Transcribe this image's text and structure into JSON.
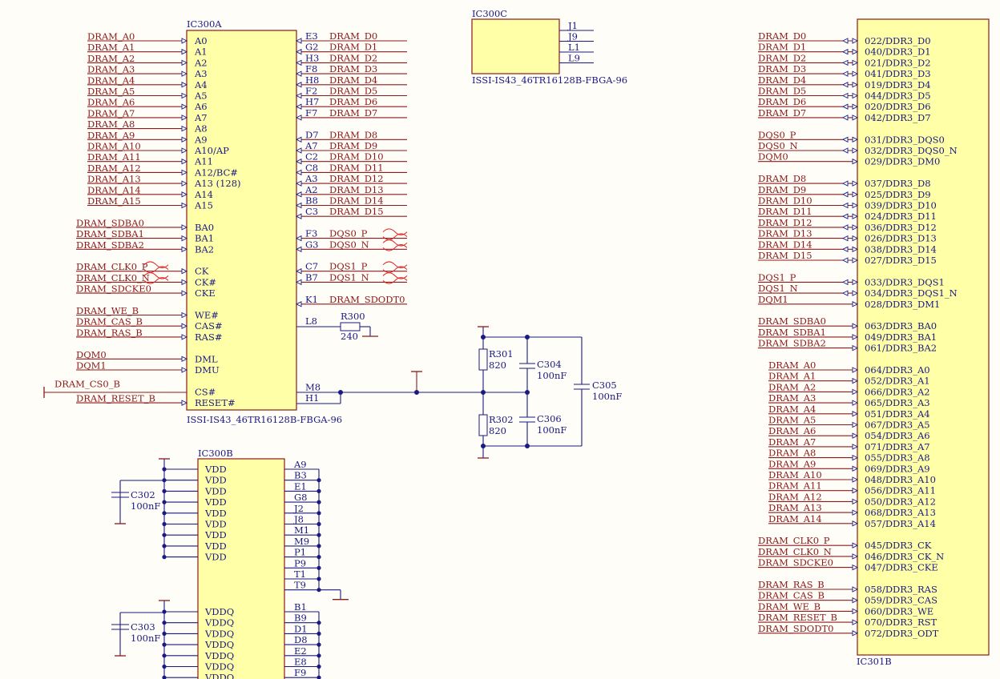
{
  "ic300a": {
    "ref": "IC300A",
    "part": "ISSI-IS43_46TR16128B-FBGA-96",
    "left": [
      [
        "DRAM_A0",
        "A0"
      ],
      [
        "DRAM_A1",
        "A1"
      ],
      [
        "DRAM_A2",
        "A2"
      ],
      [
        "DRAM_A3",
        "A3"
      ],
      [
        "DRAM_A4",
        "A4"
      ],
      [
        "DRAM_A5",
        "A5"
      ],
      [
        "DRAM_A6",
        "A6"
      ],
      [
        "DRAM_A7",
        "A7"
      ],
      [
        "DRAM_A8",
        "A8"
      ],
      [
        "DRAM_A9",
        "A9"
      ],
      [
        "DRAM_A10",
        "A10/AP"
      ],
      [
        "DRAM_A11",
        "A11"
      ],
      [
        "DRAM_A12",
        "A12/BC#"
      ],
      [
        "DRAM_A13",
        "A13 (128)"
      ],
      [
        "DRAM_A14",
        "A14"
      ],
      [
        "DRAM_A15",
        "A15"
      ],
      [
        "",
        ""
      ],
      [
        "DRAM_SDBA0",
        "BA0"
      ],
      [
        "DRAM_SDBA1",
        "BA1"
      ],
      [
        "DRAM_SDBA2",
        "BA2"
      ],
      [
        "",
        ""
      ],
      [
        "DRAM_CLK0_P",
        "CK"
      ],
      [
        "DRAM_CLK0_N",
        "CK#"
      ],
      [
        "DRAM_SDCKE0",
        "CKE"
      ],
      [
        "",
        ""
      ],
      [
        "DRAM_WE_B",
        "WE#"
      ],
      [
        "DRAM_CAS_B",
        "CAS#"
      ],
      [
        "DRAM_RAS_B",
        "RAS#"
      ],
      [
        "",
        ""
      ],
      [
        "DQM0",
        "DML"
      ],
      [
        "DQM1",
        "DMU"
      ],
      [
        "DRAM_CS0_B",
        ""
      ],
      [
        "",
        "CS#"
      ],
      [
        "DRAM_RESET_B",
        "RESET#"
      ]
    ],
    "right": [
      [
        "E3",
        "DRAM_D0"
      ],
      [
        "G2",
        "DRAM_D1"
      ],
      [
        "H3",
        "DRAM_D2"
      ],
      [
        "F8",
        "DRAM_D3"
      ],
      [
        "H8",
        "DRAM_D4"
      ],
      [
        "F2",
        "DRAM_D5"
      ],
      [
        "H7",
        "DRAM_D6"
      ],
      [
        "F7",
        "DRAM_D7"
      ],
      [
        "",
        ""
      ],
      [
        "D7",
        "DRAM_D8"
      ],
      [
        "A7",
        "DRAM_D9"
      ],
      [
        "C2",
        "DRAM_D10"
      ],
      [
        "C8",
        "DRAM_D11"
      ],
      [
        "A3",
        "DRAM_D12"
      ],
      [
        "A2",
        "DRAM_D13"
      ],
      [
        "B8",
        "DRAM_D14"
      ],
      [
        "C3",
        "DRAM_D15"
      ],
      [
        "",
        ""
      ],
      [
        "F3",
        "DQS0_P"
      ],
      [
        "G3",
        "DQS0_N"
      ],
      [
        "",
        ""
      ],
      [
        "C7",
        "DQS1_P"
      ],
      [
        "B7",
        "DQS1_N"
      ],
      [
        "",
        ""
      ],
      [
        "K1",
        "DRAM_SDODT0"
      ],
      [
        "",
        ""
      ],
      [
        "L8",
        ""
      ],
      [
        "",
        ""
      ],
      [
        "",
        ""
      ],
      [
        "",
        ""
      ],
      [
        "",
        ""
      ],
      [
        "",
        ""
      ],
      [
        "M8",
        ""
      ],
      [
        "H1",
        ""
      ]
    ]
  },
  "ic300b": {
    "ref": "IC300B",
    "vdd": [
      "VDD",
      "VDD",
      "VDD",
      "VDD",
      "VDD",
      "VDD",
      "VDD",
      "VDD",
      "VDD"
    ],
    "vdd_pins": [
      "A9",
      "B3",
      "E1",
      "G8",
      "J2",
      "J8",
      "M1",
      "M9",
      "P1",
      "P9",
      "T1",
      "T9"
    ],
    "vddq": [
      "VDDQ",
      "VDDQ",
      "VDDQ",
      "VDDQ",
      "VDDQ",
      "VDDQ",
      "VDDQ"
    ],
    "vddq_pins": [
      "B1",
      "B9",
      "D1",
      "D8",
      "E2",
      "E8",
      "F9"
    ]
  },
  "ic300c": {
    "ref": "IC300C",
    "part": "ISSI-IS43_46TR16128B-FBGA-96",
    "pins": [
      "J1",
      "J9",
      "L1",
      "L9"
    ]
  },
  "ic301b": {
    "ref": "IC301B",
    "rows": [
      [
        "DRAM_D0",
        "022/DDR3_D0"
      ],
      [
        "DRAM_D1",
        "040/DDR3_D1"
      ],
      [
        "DRAM_D2",
        "021/DDR3_D2"
      ],
      [
        "DRAM_D3",
        "041/DDR3_D3"
      ],
      [
        "DRAM_D4",
        "019/DDR3_D4"
      ],
      [
        "DRAM_D5",
        "044/DDR3_D5"
      ],
      [
        "DRAM_D6",
        "020/DDR3_D6"
      ],
      [
        "DRAM_D7",
        "042/DDR3_D7"
      ],
      [
        "",
        ""
      ],
      [
        "DQS0_P",
        "031/DDR3_DQS0"
      ],
      [
        "DQS0_N",
        "032/DDR3_DQS0_N"
      ],
      [
        "DQM0",
        "029/DDR3_DM0"
      ],
      [
        "",
        ""
      ],
      [
        "DRAM_D8",
        "037/DDR3_D8"
      ],
      [
        "DRAM_D9",
        "025/DDR3_D9"
      ],
      [
        "DRAM_D10",
        "039/DDR3_D10"
      ],
      [
        "DRAM_D11",
        "024/DDR3_D11"
      ],
      [
        "DRAM_D12",
        "036/DDR3_D12"
      ],
      [
        "DRAM_D13",
        "026/DDR3_D13"
      ],
      [
        "DRAM_D14",
        "038/DDR3_D14"
      ],
      [
        "DRAM_D15",
        "027/DDR3_D15"
      ],
      [
        "",
        ""
      ],
      [
        "DQS1_P",
        "033/DDR3_DQS1"
      ],
      [
        "DQS1_N",
        "034/DDR3_DQS1_N"
      ],
      [
        "DQM1",
        "028/DDR3_DM1"
      ],
      [
        "",
        ""
      ],
      [
        "DRAM_SDBA0",
        "063/DDR3_BA0"
      ],
      [
        "DRAM_SDBA1",
        "049/DDR3_BA1"
      ],
      [
        "DRAM_SDBA2",
        "061/DDR3_BA2"
      ],
      [
        "",
        ""
      ],
      [
        "DRAM_A0",
        "064/DDR3_A0"
      ],
      [
        "DRAM_A1",
        "052/DDR3_A1"
      ],
      [
        "DRAM_A2",
        "066/DDR3_A2"
      ],
      [
        "DRAM_A3",
        "065/DDR3_A3"
      ],
      [
        "DRAM_A4",
        "051/DDR3_A4"
      ],
      [
        "DRAM_A5",
        "067/DDR3_A5"
      ],
      [
        "DRAM_A6",
        "054/DDR3_A6"
      ],
      [
        "DRAM_A7",
        "071/DDR3_A7"
      ],
      [
        "DRAM_A8",
        "055/DDR3_A8"
      ],
      [
        "DRAM_A9",
        "069/DDR3_A9"
      ],
      [
        "DRAM_A10",
        "048/DDR3_A10"
      ],
      [
        "DRAM_A11",
        "056/DDR3_A11"
      ],
      [
        "DRAM_A12",
        "050/DDR3_A12"
      ],
      [
        "DRAM_A13",
        "068/DDR3_A13"
      ],
      [
        "DRAM_A14",
        "057/DDR3_A14"
      ],
      [
        "",
        ""
      ],
      [
        "DRAM_CLK0_P",
        "045/DDR3_CK"
      ],
      [
        "DRAM_CLK0_N",
        "046/DDR3_CK_N"
      ],
      [
        "DRAM_SDCKE0",
        "047/DDR3_CKE"
      ],
      [
        "",
        ""
      ],
      [
        "DRAM_RAS_B",
        "058/DDR3_RAS"
      ],
      [
        "DRAM_CAS_B",
        "059/DDR3_CAS"
      ],
      [
        "DRAM_WE_B",
        "060/DDR3_WE"
      ],
      [
        "DRAM_RESET_B",
        "070/DDR3_RST"
      ],
      [
        "DRAM_SDODT0",
        "072/DDR3_ODT"
      ]
    ]
  },
  "passives": {
    "r300": {
      "ref": "R300",
      "value": "240"
    },
    "r301": {
      "ref": "R301",
      "value": "820"
    },
    "r302": {
      "ref": "R302",
      "value": "820"
    },
    "c302": {
      "ref": "C302",
      "value": "100nF"
    },
    "c303": {
      "ref": "C303",
      "value": "100nF"
    },
    "c304": {
      "ref": "C304",
      "value": "100nF"
    },
    "c305": {
      "ref": "C305",
      "value": "100nF"
    },
    "c306": {
      "ref": "C306",
      "value": "100nF"
    }
  }
}
